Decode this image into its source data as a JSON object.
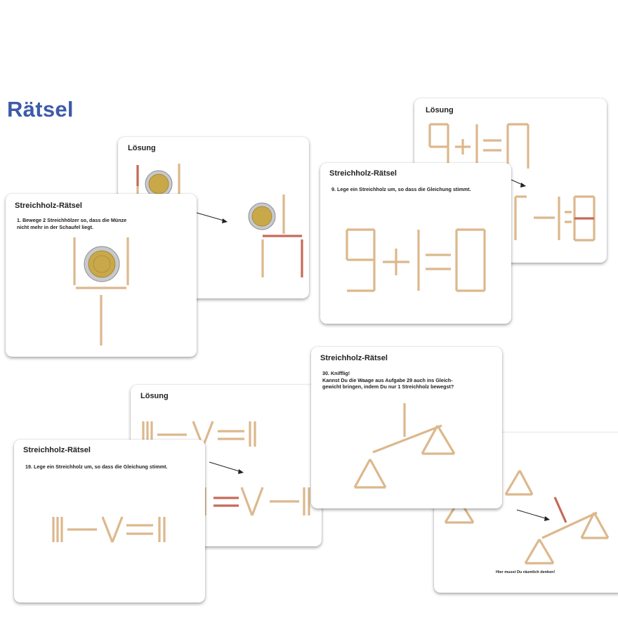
{
  "page": {
    "title": "Rätsel"
  },
  "cards": {
    "sol_shovel": {
      "title": "Lösung"
    },
    "puzzle_shovel": {
      "title": "Streichholz-Rätsel",
      "text": "1. Bewege 2 Streichhölzer so, dass die Münze\n    nicht mehr in der Schaufel liegt."
    },
    "sol_nine": {
      "title": "Lösung"
    },
    "puzzle_nine": {
      "title": "Streichholz-Rätsel",
      "text": "9. Lege ein Streichholz um, so dass die Gleichung stimmt."
    },
    "sol_roman": {
      "title": "Lösung"
    },
    "puzzle_roman": {
      "title": "Streichholz-Rätsel",
      "text": "19. Lege ein Streichholz um, so dass die Gleichung stimmt."
    },
    "puzzle_scale": {
      "title": "Streichholz-Rätsel",
      "text": "30. Knifflig!\n     Kannst Du die Waage aus Aufgabe 29 auch ins Gleich-\n     gewicht bringen, indem Du nur 1 Streichholz bewegst?"
    },
    "sol_scale": {
      "note": "Hier musst Du räumlich denken!"
    }
  },
  "colors": {
    "title_blue": "#3e5aa8",
    "match": "#dcb88c",
    "moved_match": "#c66a5a",
    "coin_gold": "#c9a84a",
    "coin_silver": "#c7c9cc"
  },
  "icons": {
    "coin": "euro-coin-icon",
    "arrow": "arrow-icon"
  }
}
